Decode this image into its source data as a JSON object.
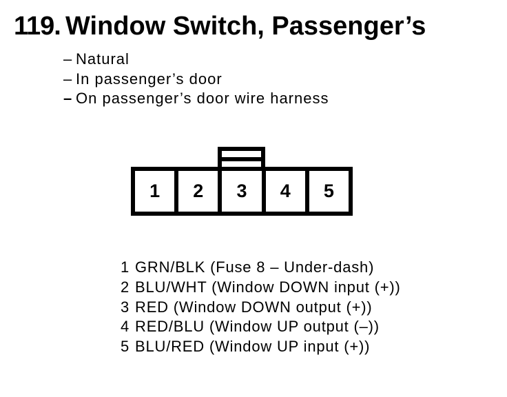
{
  "colors": {
    "ink": "#000000",
    "paper": "#ffffff"
  },
  "figure": {
    "number": "119.",
    "title": "Window Switch, Passenger’s",
    "notes": [
      {
        "bullet": "–",
        "text": "Natural"
      },
      {
        "bullet": "–",
        "text": "In passenger’s door"
      },
      {
        "bullet": "–",
        "text": "On passenger’s door wire harness"
      }
    ]
  },
  "connector": {
    "pins": [
      "1",
      "2",
      "3",
      "4",
      "5"
    ]
  },
  "pinout": [
    {
      "pin": "1",
      "desc": "GRN/BLK (Fuse 8 – Under-dash)"
    },
    {
      "pin": "2",
      "desc": "BLU/WHT (Window DOWN input (+))"
    },
    {
      "pin": "3",
      "desc": "RED (Window DOWN output (+))"
    },
    {
      "pin": "4",
      "desc": "RED/BLU (Window UP output (–))"
    },
    {
      "pin": "5",
      "desc": "BLU/RED (Window UP input (+))"
    }
  ]
}
